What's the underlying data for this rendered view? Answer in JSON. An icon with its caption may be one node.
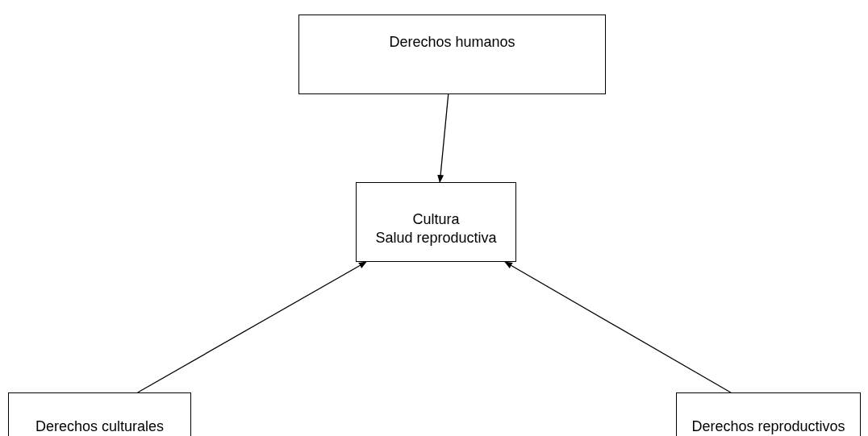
{
  "diagram": {
    "nodes": [
      {
        "text": [
          "Derechos humanos"
        ]
      },
      {
        "text": [
          "Cultura",
          "Salud reproductiva"
        ]
      },
      {
        "text": [
          "Derechos culturales"
        ]
      },
      {
        "text": [
          "Derechos reproductivos"
        ]
      }
    ],
    "edges": [
      {
        "from": 0,
        "to": 1,
        "arrow": "to"
      },
      {
        "from": 2,
        "to": 1,
        "arrow": "to"
      },
      {
        "from": 3,
        "to": 1,
        "arrow": "to"
      }
    ]
  }
}
